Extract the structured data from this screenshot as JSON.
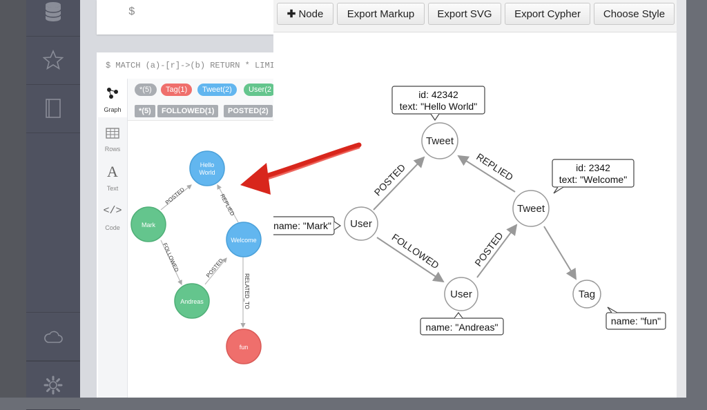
{
  "editor": {
    "prompt": "$"
  },
  "result": {
    "query": "$ MATCH (a)-[r]->(b) RETURN * LIMIT",
    "views": [
      {
        "id": "graph",
        "label": "Graph",
        "active": true
      },
      {
        "id": "rows",
        "label": "Rows"
      },
      {
        "id": "text",
        "label": "Text"
      },
      {
        "id": "code",
        "label": "Code"
      }
    ],
    "node_labels": [
      {
        "label": "*(5)",
        "color": "#a9adb2"
      },
      {
        "label": "Tag(1)",
        "color": "#ef6f6c"
      },
      {
        "label": "Tweet(2)",
        "color": "#62b6ef"
      },
      {
        "label": "User(2",
        "color": "#64c58d"
      }
    ],
    "rel_types": [
      "*(5)",
      "FOLLOWED(1)",
      "POSTED(2)"
    ],
    "graph": {
      "nodes": [
        "Hello World",
        "Mark",
        "Welcome",
        "Andreas",
        "fun"
      ],
      "edges": [
        "POSTED",
        "REPLIED",
        "FOLLOWED",
        "POSTED",
        "RELATED_TO"
      ],
      "colors": {
        "user": "#64c58d",
        "tweet": "#62b6ef",
        "tag": "#ef6f6c"
      }
    }
  },
  "toolbar": {
    "node_button": "Node",
    "export_markup": "Export Markup",
    "export_svg": "Export SVG",
    "export_cypher": "Export Cypher",
    "choose_style": "Choose Style"
  },
  "arrows_graph": {
    "nodes": {
      "tweet1": "Tweet",
      "tweet2": "Tweet",
      "user_mark": "User",
      "user_andreas": "User",
      "tag": "Tag"
    },
    "props": {
      "tweet1_id": "id: 42342",
      "tweet1_text": "text: \"Hello World\"",
      "tweet2_id": "id: 2342",
      "tweet2_text": "text: \"Welcome\"",
      "mark": "name: \"Mark\"",
      "andreas": "name: \"Andreas\"",
      "tag": "name: \"fun\""
    },
    "edges": {
      "posted1": "POSTED",
      "replied": "REPLIED",
      "followed": "FOLLOWED",
      "posted2": "POSTED"
    }
  }
}
